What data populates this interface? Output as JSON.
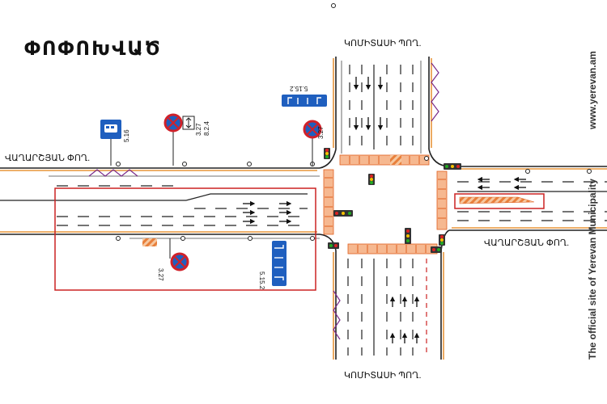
{
  "header": {
    "title": "ՓՈՓՈԽՎԱԾ"
  },
  "streets": {
    "north": "ԿՈՄԻՏԱՍԻ ՊՈՂ.",
    "south": "ԿՈՄԻՏԱՍԻ ՊՈՂ.",
    "west": "ՎԱՂԱՐՇՅԱՆ ՓՈՂ.",
    "east": "ՎԱՂԱՐՇՅԱՆ ՓՈՂ."
  },
  "sign_codes": {
    "s516": "5.16",
    "s327a": "3.27",
    "s824": "8.2.4",
    "s327b": "3.27",
    "s5152_top": "5.15.2",
    "s5152_bottom": "5.15.2",
    "s327_bottom": "3.27"
  },
  "watermark": {
    "line1": "The official site of Yerevan Municipality",
    "line2": "www.yerevan.am"
  },
  "colors": {
    "road_line": "#222222",
    "crosswalk": "#f0a070",
    "crosswalk_stripe": "#e06020",
    "highlight_box": "#cc2222",
    "sign_blue": "#1f5fbf",
    "no_stopping_red": "#d0212a",
    "median_purple": "#7a2a8a",
    "curb_orange": "#e8953a"
  }
}
